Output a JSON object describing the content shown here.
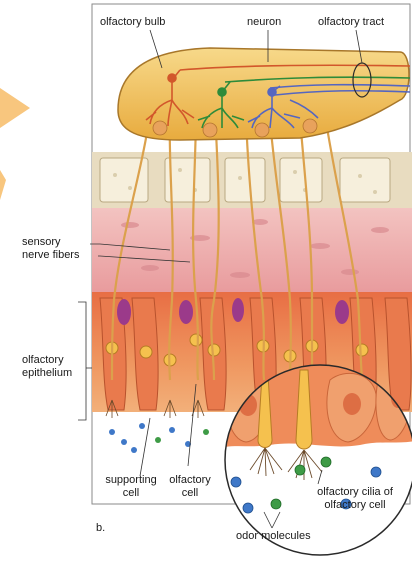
{
  "labels": {
    "olfactory_bulb": "olfactory bulb",
    "neuron": "neuron",
    "olfactory_tract": "olfactory tract",
    "sensory_nerve_fibers_1": "sensory",
    "sensory_nerve_fibers_2": "nerve fibers",
    "olfactory_epithelium_1": "olfactory",
    "olfactory_epithelium_2": "epithelium",
    "supporting_cell_1": "supporting",
    "supporting_cell_2": "cell",
    "olfactory_cell_1": "olfactory",
    "olfactory_cell_2": "cell",
    "olfactory_cilia_1": "olfactory cilia of",
    "olfactory_cilia_2": "olfactory cell",
    "odor_molecules": "odor molecules",
    "panel_letter": "b."
  },
  "colors": {
    "bulb": "#f1c15a",
    "bone": "#f3ead0",
    "pink_tissue": "#efb6b6",
    "epithelium": "#e9875a",
    "nerve": "#e0a24a",
    "mitral_orange": "#d2572b",
    "mitral_green": "#2e8b3a",
    "mitral_blue": "#5566c0",
    "odor_blue": "#3f78c8",
    "odor_green": "#3e9b46",
    "accent_wedge": "#f8c67e"
  }
}
